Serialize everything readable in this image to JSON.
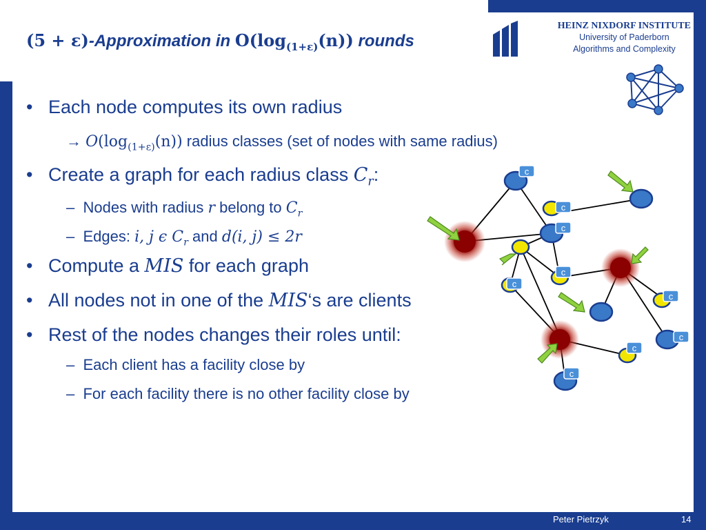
{
  "title": {
    "part1": "(5 + ",
    "eps": "ε",
    "part2": ")",
    "approx": "-Approximation in ",
    "O": "O",
    "log": "(log",
    "base": "(1+ε)",
    "arg": "(n))",
    "rounds": " rounds"
  },
  "institute": {
    "name": "HEINZ NIXDORF INSTITUTE",
    "line1": "University of Paderborn",
    "line2": "Algorithms and Complexity"
  },
  "bullets": {
    "b1": "Each node computes its own radius",
    "b1s1_arrow": "→ ",
    "b1s1_O": "O",
    "b1s1_log": "(log",
    "b1s1_base": "(1+ε)",
    "b1s1_arg": "(n))",
    "b1s1_text": " radius classes (set of nodes with same radius)",
    "b2": "Create a graph for each radius class ",
    "b2_C": "C",
    "b2_r": "r",
    "b2_colon": ":",
    "b2s1_a": "Nodes with radius ",
    "b2s1_r": "r",
    "b2s1_b": " belong to ",
    "b2s1_C": "C",
    "b2s1_sub": "r",
    "b2s2_a": "Edges: ",
    "b2s2_ij": "i, j ϵ C",
    "b2s2_sub": "r",
    "b2s2_and": " and ",
    "b2s2_d": "d(i, j) ≤ 2r",
    "b3_a": "Compute a ",
    "b3_mis": "MIS",
    "b3_b": " for each graph",
    "b4_a": "All nodes not in one of the ",
    "b4_mis": "MIS",
    "b4_b": "‘s are clients",
    "b5": "Rest of the nodes changes their roles until:",
    "b5s1": "Each client has a facility close by",
    "b5s2": "For each facility there is no other facility close by",
    "bullet": "•",
    "dash": "–"
  },
  "graph": {
    "client_label": "c"
  },
  "colors": {
    "brand": "#1a3d8f",
    "node_blue": "#3a78c8",
    "node_yellow": "#f2e600",
    "node_red": "#8b0000",
    "arrow_green": "#8fd13f",
    "tag_blue": "#4a90d9"
  },
  "footer": {
    "author": "Peter Pietrzyk",
    "page": "14"
  }
}
